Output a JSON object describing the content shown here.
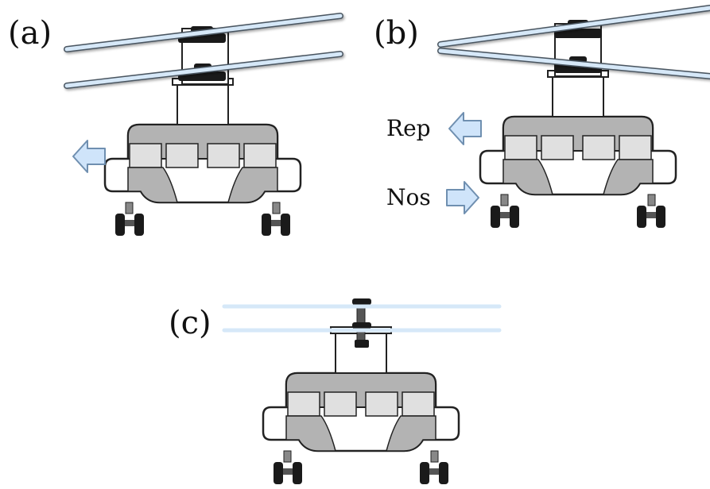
{
  "panels": [
    {
      "label": "(a)",
      "rotor_tilt": "banked"
    },
    {
      "label": "(b)",
      "rotor_tilt": "differential"
    },
    {
      "label": "(c)",
      "rotor_tilt": "level"
    }
  ],
  "arrows": {
    "rep_label": "Rep",
    "nos_label": "Nos"
  },
  "colors": {
    "blade_fill": "#d6e8f8",
    "blade_stroke": "#4a5560",
    "arrow_fill": "#cfe4fa",
    "arrow_stroke": "#6f8fb0",
    "body_grey": "#b3b3b3",
    "panel_light": "#e0e0e0",
    "hub_black": "#1a1a1a"
  }
}
